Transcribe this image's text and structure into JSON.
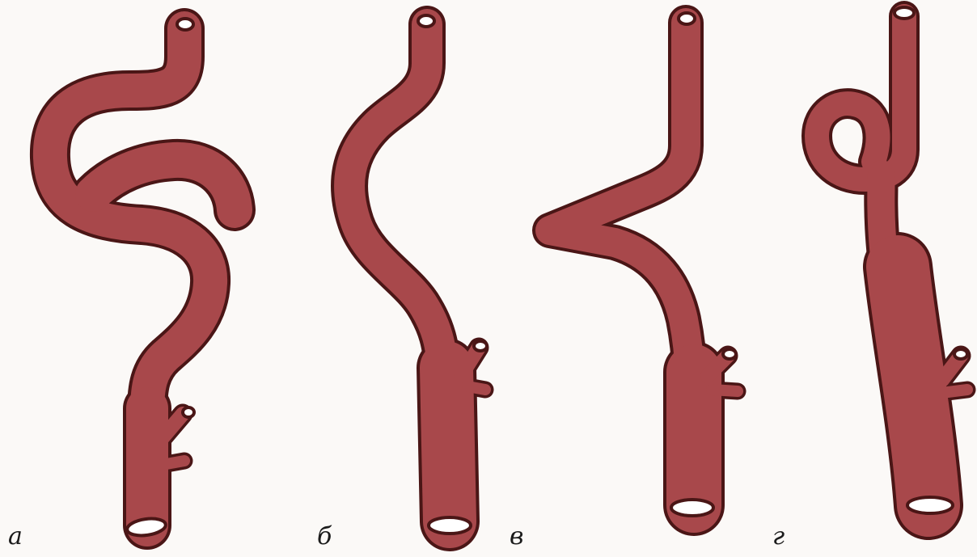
{
  "colors": {
    "vessel_fill": "#a8484b",
    "vessel_edge": "#4a1616",
    "lumen": "#ffffff",
    "background": "#fbf9f7"
  },
  "panels": [
    {
      "id": "a",
      "label": "а",
      "shape": "S-shaped tortuosity (double loop)"
    },
    {
      "id": "b",
      "label": "б",
      "shape": "C-shaped bend"
    },
    {
      "id": "v",
      "label": "в",
      "shape": "kinking (sharp angle)"
    },
    {
      "id": "g",
      "label": "г",
      "shape": "coiling (loop)"
    }
  ]
}
